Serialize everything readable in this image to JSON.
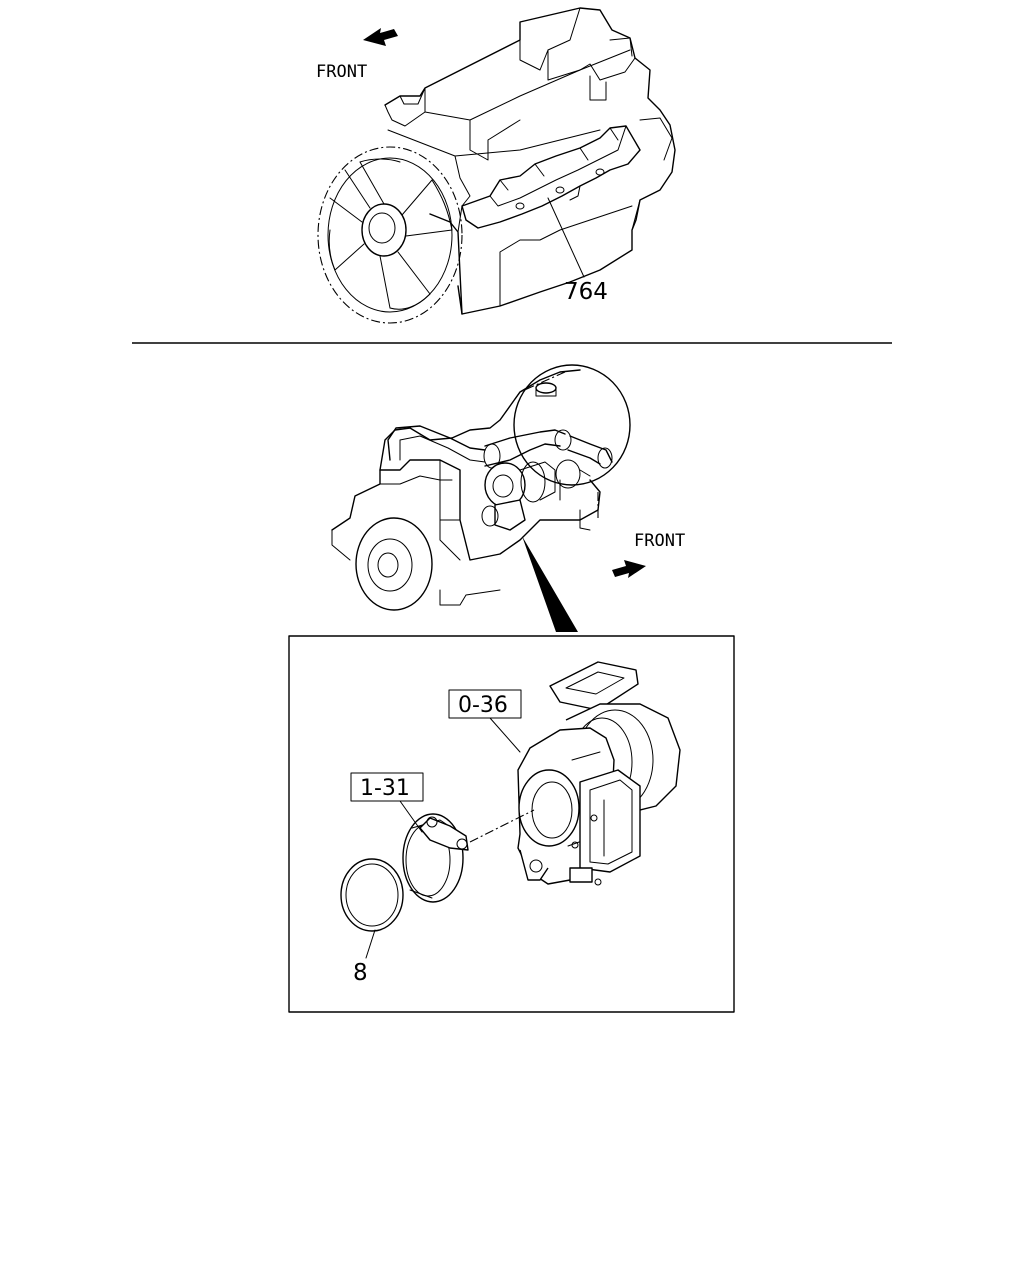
{
  "labels": {
    "front_top": "FRONT",
    "front_bottom": "FRONT",
    "part_764": "764",
    "part_0_36": "0-36",
    "part_1_31": "1-31",
    "part_8": "8"
  }
}
